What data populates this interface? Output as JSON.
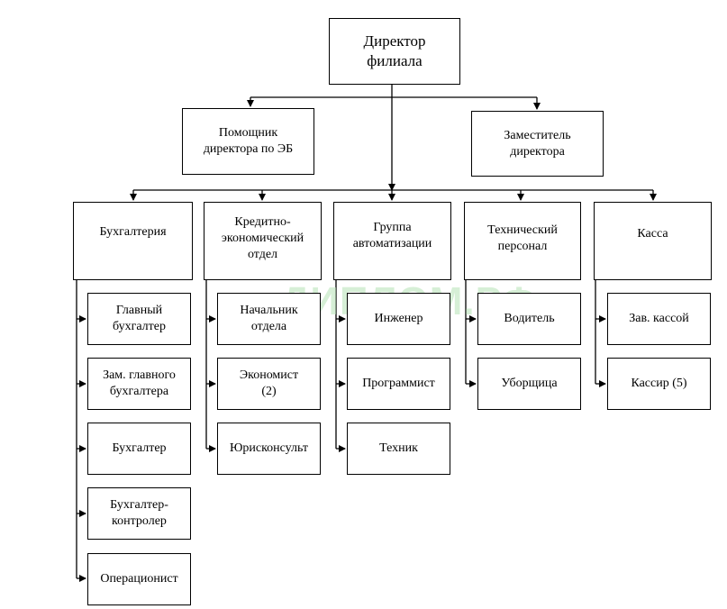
{
  "director": "Директор\nфилиала",
  "assistant": "Помощник\nдиректора по ЭБ",
  "deputy": "Заместитель\nдиректора",
  "departments": {
    "accounting": "Бухгалтерия",
    "credit": "Кредитно-\nэкономический\nотдел",
    "automation": "Группа\nавтоматизации",
    "technical": "Технический\nперсонал",
    "cash": "Касса"
  },
  "staff": {
    "accounting": [
      "Главный\nбухгалтер",
      "Зам. главного\nбухгалтера",
      "Бухгалтер",
      "Бухгалтер-\nконтролер",
      "Операционист"
    ],
    "credit": [
      "Начальник\nотдела",
      "Экономист\n(2)",
      "Юрисконсульт"
    ],
    "automation": [
      "Инженер",
      "Программист",
      "Техник"
    ],
    "technical": [
      "Водитель",
      "Уборщица"
    ],
    "cash": [
      "Зав. кассой",
      "Кассир (5)"
    ]
  },
  "watermark": "ДИПЛОМ.РФ",
  "colors": {
    "line": "#000000",
    "watermark": "#b6e3b6"
  }
}
